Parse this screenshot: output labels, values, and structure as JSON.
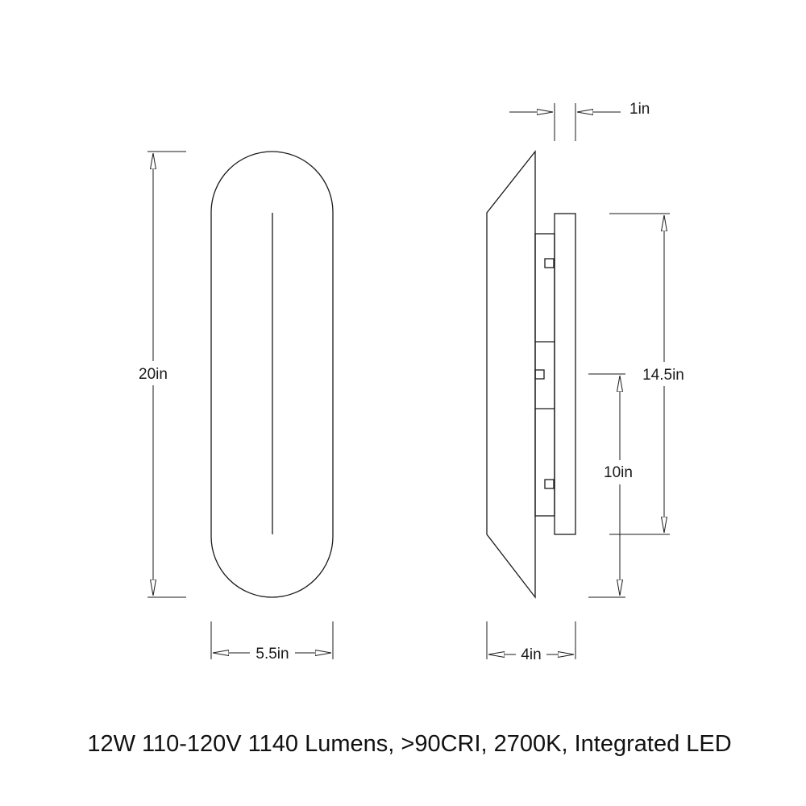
{
  "dimensions": {
    "front_height": "20in",
    "front_width": "5.5in",
    "side_depth": "4in",
    "backplate_thickness": "1in",
    "backplate_height": "14.5in",
    "mount_height": "10in"
  },
  "specs": "12W 110-120V 1140 Lumens, >90CRI, 2700K, Integrated LED",
  "colors": {
    "line": "#1a1a1a",
    "background": "#ffffff"
  }
}
